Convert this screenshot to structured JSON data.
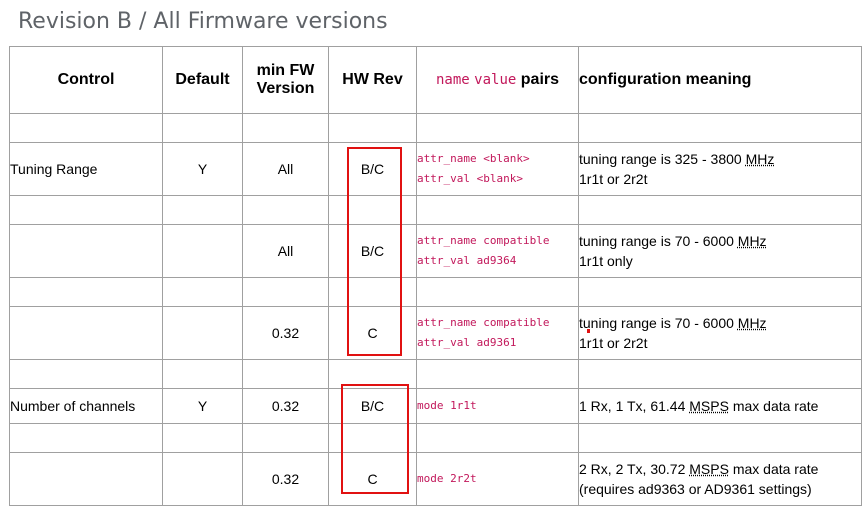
{
  "title": "Revision B / All Firmware versions",
  "headers": {
    "control": "Control",
    "default": "Default",
    "min_fw_line1": "min FW",
    "min_fw_line2": "Version",
    "hw_rev": "HW Rev",
    "pairs_name": "name",
    "pairs_value": "value",
    "pairs_word": "pairs",
    "meaning": "configuration meaning"
  },
  "rows": [
    {
      "control": "Tuning Range",
      "default": "Y",
      "fw": "All",
      "hw": "B/C",
      "pair1": "attr_name <blank>",
      "pair2": "attr_val <blank>",
      "meaning1_pre": "tuning range is 325 - 3800 ",
      "meaning1_unit": "MHz",
      "meaning2": "1r1t or 2r2t"
    },
    {
      "control": "",
      "default": "",
      "fw": "All",
      "hw": "B/C",
      "pair1": "attr_name compatible",
      "pair2": "attr_val ad9364",
      "meaning1_pre": "tuning range is 70 - 6000 ",
      "meaning1_unit": "MHz",
      "meaning2": "1r1t only"
    },
    {
      "control": "",
      "default": "",
      "fw": "0.32",
      "hw": "C",
      "pair1": "attr_name compatible",
      "pair2": "attr_val ad9361",
      "meaning1_pre": "tuning range is 70 - 6000 ",
      "meaning1_unit": "MHz",
      "meaning2": "1r1t or 2r2t"
    },
    {
      "control": "Number of channels",
      "default": "Y",
      "fw": "0.32",
      "hw": "B/C",
      "pair1": "mode 1r1t",
      "meaning1_pre": "1 Rx, 1 Tx, 61.44 ",
      "meaning1_unit": "MSPS",
      "meaning1_post": " max data rate"
    },
    {
      "control": "",
      "default": "",
      "fw": "0.32",
      "hw": "C",
      "pair1": "mode 2r2t",
      "meaning1_pre": "2 Rx, 2 Tx, 30.72 ",
      "meaning1_unit": "MSPS",
      "meaning1_post": " max data rate",
      "meaning2": "(requires ad9363 or AD9361 settings)"
    }
  ],
  "highlight_color": "#e11111",
  "code_color": "#c2185b"
}
